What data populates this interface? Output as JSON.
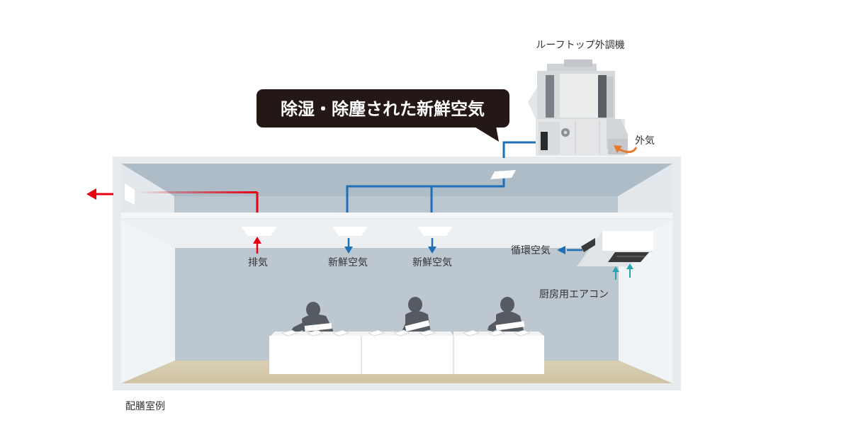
{
  "rooftop_unit_label": "ルーフトップ外調機",
  "callout_text": "除湿・除塵された新鮮空気",
  "outside_air_label": "外気",
  "exhaust_label": "排気",
  "fresh_air_labels": [
    "新鮮空気",
    "新鮮空気"
  ],
  "circulation_label": "循環空気",
  "kitchen_ac_label": "厨房用エアコン",
  "caption": "配膳室例",
  "colors": {
    "exhaust": "#e60012",
    "fresh_air": "#1e6fb8",
    "intake": "#2aa3b0",
    "outside_air": "#e57a2e",
    "callout_bg": "#231815"
  }
}
